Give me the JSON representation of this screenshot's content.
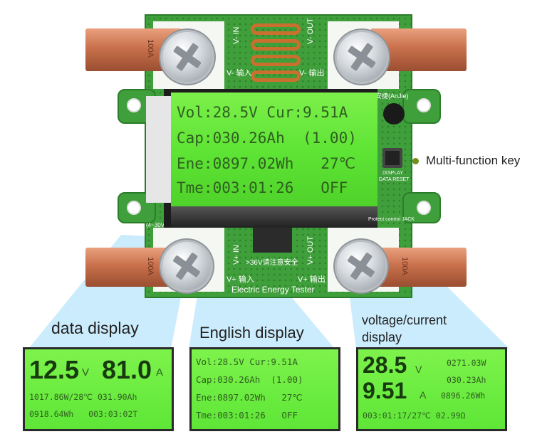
{
  "board": {
    "in_label": "V- IN",
    "in_label_cn": "V- 输入",
    "out_label": "V- OUT",
    "out_label_cn": "V- 输出",
    "in_label_bottom": "V+ IN",
    "in_label_bottom_cn": "V+ 输入",
    "out_label_bottom": "V+ OUT",
    "out_label_bottom_cn": "V+ 输出",
    "lug_rating": "100A",
    "warning": ">36V请注意安全",
    "title": "Electric Energy Tester",
    "brand": "安捷(AnJie)",
    "range": "(4~30V)",
    "button_label_1": "DISPLAY",
    "button_label_2": "DATA RESET",
    "jack_label": "Protect control JACK"
  },
  "main_lcd": {
    "lines": [
      "Vol:28.5V Cur:9.51A",
      "Cap:030.26Ah  (1.00)",
      "Ene:0897.02Wh   27℃",
      "Tme:003:01:26   OFF"
    ]
  },
  "callout": {
    "label": "Multi-function key"
  },
  "panels": [
    {
      "caption": "data display",
      "big_left": "12.5",
      "big_left_unit": "V",
      "big_right": "81.0",
      "big_right_unit": "A",
      "line3": "1017.86W/28℃ 031.90Ah",
      "line4": "0918.64Wh   003:03:02T"
    },
    {
      "caption": "English display",
      "lines": [
        "Vol:28.5V Cur:9.51A",
        "Cap:030.26Ah  (1.00)",
        "Ene:0897.02Wh   27℃",
        "Tme:003:01:26   OFF"
      ]
    },
    {
      "caption_1": "voltage/current",
      "caption_2": "display",
      "big_top": "28.5",
      "big_top_unit": "V",
      "big_bottom": "9.51",
      "big_bottom_unit": "A",
      "right_1": "0271.03W",
      "right_2": "030.23Ah",
      "right_3": "0896.26Wh",
      "bottom_line": "003:01:17/27℃ 02.99Ω"
    }
  ],
  "colors": {
    "pcb": "#3f9f3a",
    "lcd": "#5de334",
    "lug": "#c9714c",
    "beam": "#a0dcfa",
    "callout_dot": "#6f8f1a"
  }
}
